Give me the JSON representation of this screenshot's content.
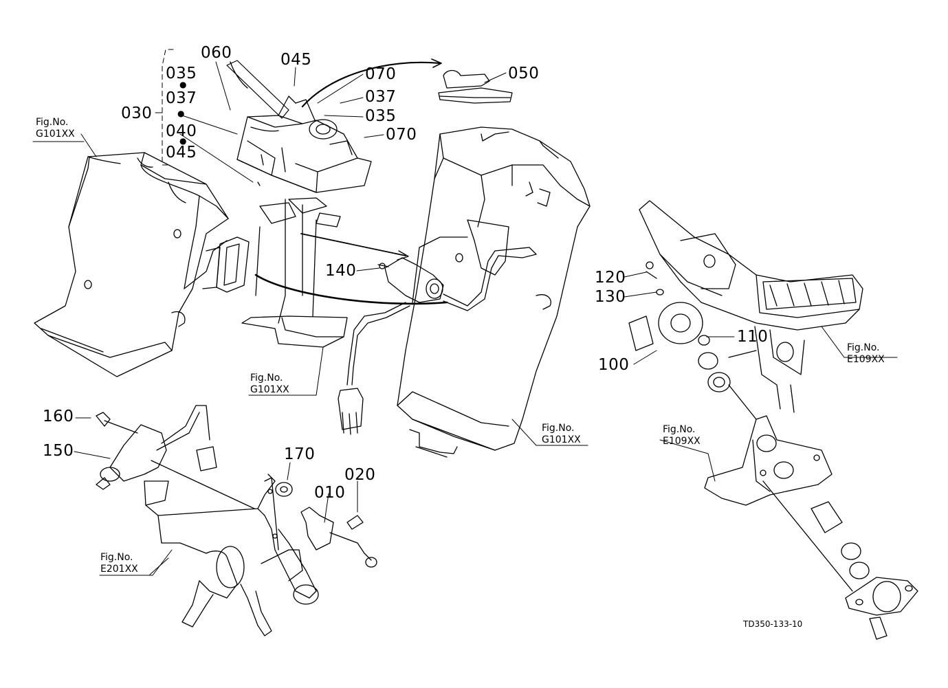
{
  "diagram": {
    "part_callouts": {
      "p060": "060",
      "p045_top": "045",
      "p035_left": "035",
      "p037_left": "037",
      "p030": "030",
      "p040": "040",
      "p045_left": "045",
      "p070_top": "070",
      "p037_right": "037",
      "p035_right": "035",
      "p070_right": "070",
      "p050": "050",
      "p140": "140",
      "p120": "120",
      "p130": "130",
      "p110": "110",
      "p100": "100",
      "p160": "160",
      "p150": "150",
      "p170": "170",
      "p020": "020",
      "p010": "010"
    },
    "figure_references": {
      "g101_left": {
        "prefix": "Fig.No.",
        "code": "G101XX"
      },
      "g101_center": {
        "prefix": "Fig.No.",
        "code": "G101XX"
      },
      "g101_right": {
        "prefix": "Fig.No.",
        "code": "G101XX"
      },
      "e109_right": {
        "prefix": "Fig.No.",
        "code": "E109XX"
      },
      "e109_bottom": {
        "prefix": "Fig.No.",
        "code": "E109XX"
      },
      "e201_bottom": {
        "prefix": "Fig.No.",
        "code": "E201XX"
      }
    },
    "drawing_code": "TD350-133-10"
  }
}
